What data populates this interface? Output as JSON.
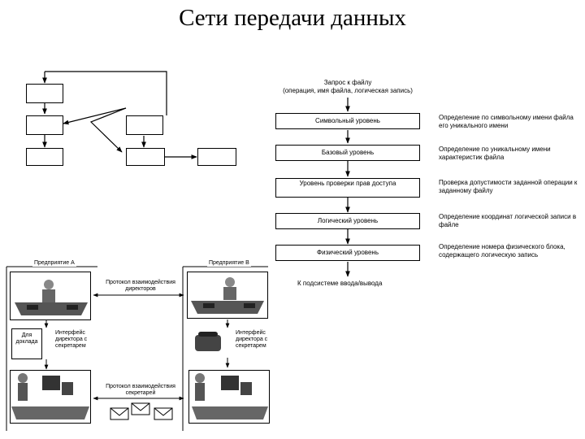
{
  "title": "Сети передачи данных",
  "file_access": {
    "request_line1": "Запрос к файлу",
    "request_line2": "(операция, имя файла, логическая запись)",
    "levels": [
      "Символьный уровень",
      "Базовый уровень",
      "Уровень проверки прав доступа",
      "Логический уровень",
      "Физический уровень"
    ],
    "descriptions": [
      "Определение по символьному имени файла его уникального имени",
      "Определение по уникальному имени характеристик файла",
      "Проверка допустимости заданной операции к заданному файлу",
      "Определение координат логической записи в файле",
      "Определение номера физического блока, содержащего логическую запись"
    ],
    "output": "К подсистеме ввода/вывода"
  },
  "enterprises": {
    "a_label": "Предприятие А",
    "b_label": "Предприятие В",
    "directors_protocol": "Протокол взаимодействия директоров",
    "interface_a": "Интерфейс директора с секретарем",
    "interface_b": "Интерфейс директора с секретарем",
    "for_report": "Для доклада",
    "secretaries_protocol": "Протокол взаимодействия секретарей"
  }
}
